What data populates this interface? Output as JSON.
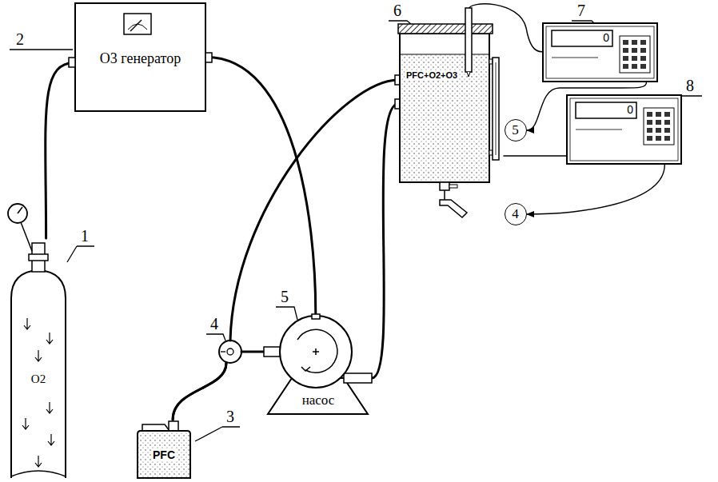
{
  "diagram": {
    "nodes": [
      {
        "text": [
          "O3 генератор"
        ]
      },
      {
        "text": [
          "O2"
        ]
      },
      {
        "text": [
          "PFC"
        ]
      },
      {
        "text": [
          "насос"
        ]
      },
      {
        "text": [
          "PFC+O2+O3"
        ]
      },
      {
        "text": [
          "0"
        ]
      },
      {
        "text": [
          "0"
        ]
      },
      {
        "text": [
          "5"
        ]
      },
      {
        "text": [
          "4"
        ]
      }
    ],
    "edges": [
      {
        "from": 1,
        "to": 0,
        "arrow": "none"
      },
      {
        "from": 0,
        "to": 3,
        "arrow": "none"
      },
      {
        "from": 2,
        "to": 4,
        "arrow": "none"
      },
      {
        "from": 2,
        "to": 3,
        "arrow": "none"
      },
      {
        "from": 3,
        "to": 4,
        "arrow": "none"
      },
      {
        "from": 4,
        "to": 5,
        "arrow": "none"
      },
      {
        "from": 4,
        "to": 6,
        "arrow": "none"
      },
      {
        "from": 5,
        "to": 7,
        "arrow": "to"
      },
      {
        "from": 6,
        "to": 8,
        "arrow": "to"
      }
    ],
    "labels": [
      "1",
      "2",
      "3",
      "4",
      "5",
      "6",
      "7",
      "8"
    ]
  }
}
